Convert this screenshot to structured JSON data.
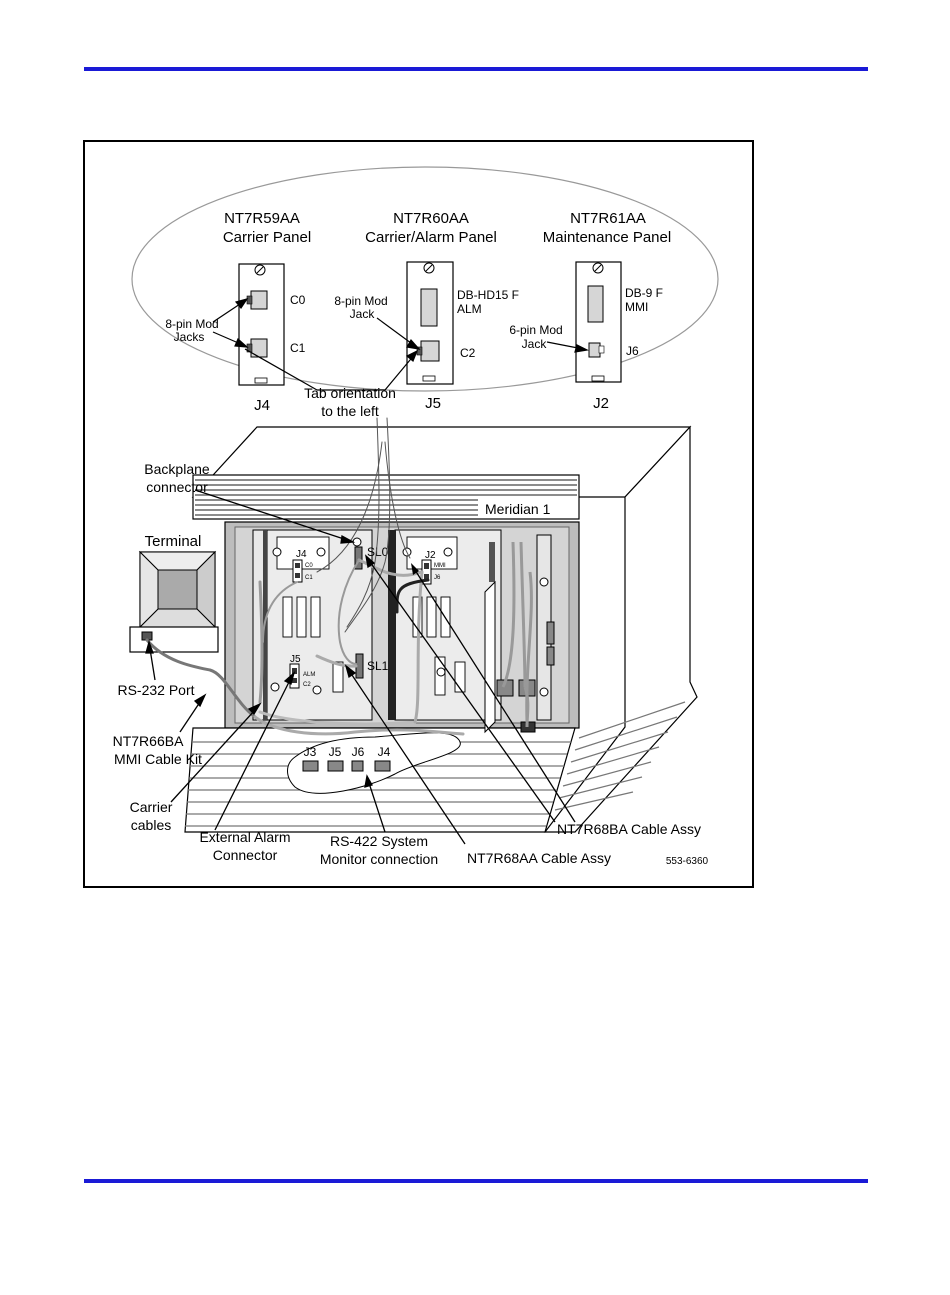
{
  "figure": {
    "panels": [
      {
        "model": "NT7R59AA",
        "name": "Carrier Panel",
        "port": "J4"
      },
      {
        "model": "NT7R60AA",
        "name": "Carrier/Alarm Panel",
        "port": "J5"
      },
      {
        "model": "NT7R61AA",
        "name": "Maintenance Panel",
        "port": "J2"
      }
    ],
    "jack_labels": {
      "c0": "C0",
      "c1": "C1",
      "c2": "C2",
      "j6": "J6",
      "db_hd15_line1": "DB-HD15 F",
      "db_hd15_line2": "ALM",
      "db9_line1": "DB-9 F",
      "db9_line2": "MMI"
    },
    "callouts": {
      "eight_pin_a1": "8-pin Mod",
      "eight_pin_a2": "Jacks",
      "eight_pin_b1": "8-pin Mod",
      "eight_pin_b2": "Jack",
      "six_pin1": "6-pin Mod",
      "six_pin2": "Jack",
      "tab1": "Tab orientation",
      "tab2": "to the left",
      "backplane1": "Backplane",
      "backplane2": "connector",
      "meridian": "Meridian 1",
      "terminal": "Terminal",
      "rs232": "RS-232 Port",
      "mmi_kit1": "NT7R66BA",
      "mmi_kit2": "MMI Cable Kit",
      "carrier1": "Carrier",
      "carrier2": "cables",
      "alarm1": "External Alarm",
      "alarm2": "Connector",
      "rs422_1": "RS-422 System",
      "rs422_2": "Monitor connection",
      "cable_aa": "NT7R68AA Cable Assy",
      "cable_ba": "NT7R68BA Cable Assy",
      "fig_number": "553-6360",
      "sl0": "SL0",
      "sl1": "SL1"
    },
    "cabinet_ports": [
      "J3",
      "J5",
      "J6",
      "J4"
    ],
    "small_labels": {
      "j4": "J4",
      "j2": "J2",
      "j5": "J5",
      "c0": "C0",
      "c1": "C1",
      "mmi": "MMI",
      "j6": "J6",
      "alm": "ALM",
      "c2": "C2"
    }
  }
}
